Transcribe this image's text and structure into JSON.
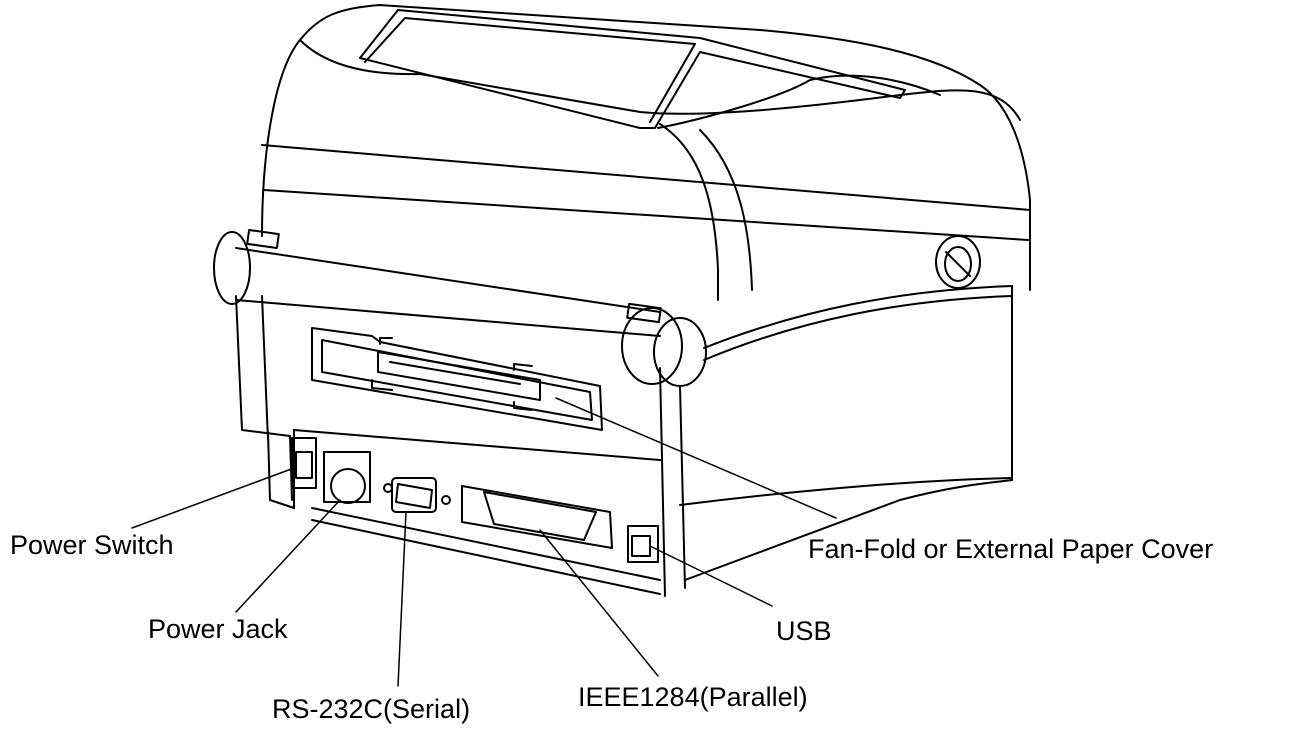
{
  "diagram": {
    "line_color": "#000000",
    "fill_color": "#ffffff",
    "subject_icon": "printer-rear-view",
    "callouts": [
      {
        "id": "power_switch",
        "label": "Power Switch"
      },
      {
        "id": "power_jack",
        "label": "Power Jack"
      },
      {
        "id": "rs232",
        "label": "RS-232C(Serial)"
      },
      {
        "id": "ieee1284",
        "label": "IEEE1284(Parallel)"
      },
      {
        "id": "usb",
        "label": "USB"
      },
      {
        "id": "fan_fold",
        "label": "Fan-Fold or External Paper Cover"
      }
    ]
  }
}
